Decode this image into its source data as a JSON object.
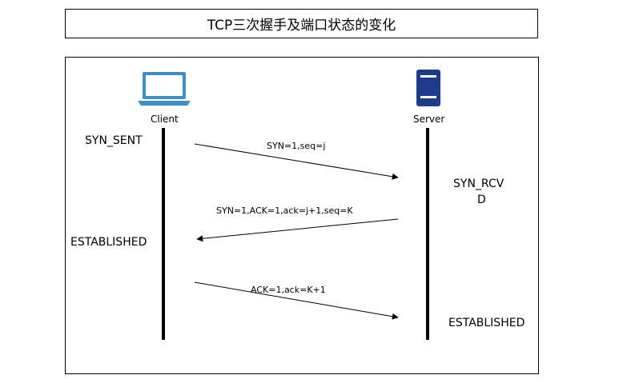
{
  "title": "TCP三次握手及端口状态的变化",
  "nodes": {
    "client": {
      "label": "Client",
      "icon": "laptop-icon",
      "color": "#3d8fc7"
    },
    "server": {
      "label": "Server",
      "icon": "server-icon",
      "color": "#1e3a8a"
    }
  },
  "states": {
    "client_1": "SYN_SENT",
    "client_2": "ESTABLISHED",
    "server_1_line1": "SYN_RCV",
    "server_1_line2": "D",
    "server_2": "ESTABLISHED"
  },
  "messages": [
    {
      "label": "SYN=1,seq=j",
      "direction": "client-to-server"
    },
    {
      "label": "SYN=1,ACK=1,ack=j+1,seq=K",
      "direction": "server-to-client"
    },
    {
      "label": "ACK=1,ack=K+1",
      "direction": "client-to-server"
    }
  ]
}
